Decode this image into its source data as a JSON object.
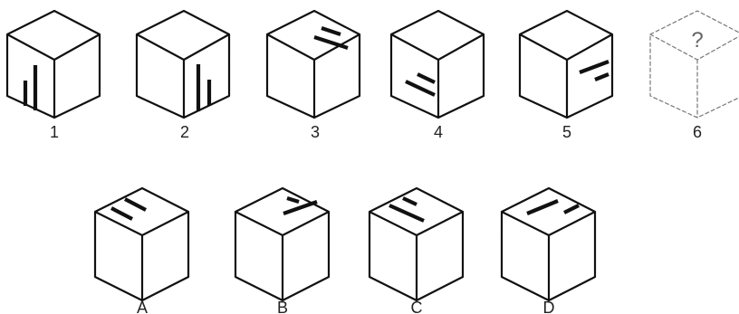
{
  "sequence": [
    {
      "label": "1",
      "marks": "front-left"
    },
    {
      "label": "2",
      "marks": "front-right"
    },
    {
      "label": "3",
      "marks": "top"
    },
    {
      "label": "4",
      "marks": "left-face"
    },
    {
      "label": "5",
      "marks": "right-face"
    },
    {
      "label": "6",
      "marks": "unknown",
      "placeholder": "?"
    }
  ],
  "options": [
    {
      "label": "A",
      "marks": "top-a"
    },
    {
      "label": "B",
      "marks": "top-b"
    },
    {
      "label": "C",
      "marks": "top-c"
    },
    {
      "label": "D",
      "marks": "top-d"
    }
  ],
  "colors": {
    "line": "#111111",
    "dashed": "#777777",
    "background": "#ffffff"
  }
}
